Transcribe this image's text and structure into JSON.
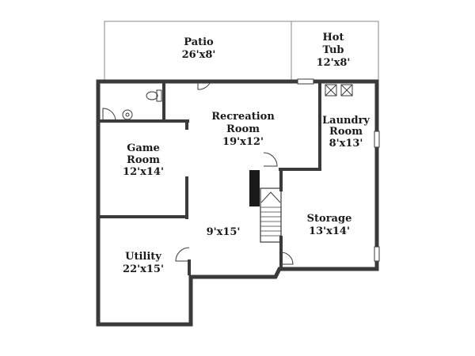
{
  "rooms": {
    "patio": {
      "name": "Patio",
      "dims": "26'x8'"
    },
    "hot_tub": {
      "name_line1": "Hot",
      "name_line2": "Tub",
      "dims": "12'x8'"
    },
    "recreation": {
      "name_line1": "Recreation",
      "name_line2": "Room",
      "dims": "19'x12'"
    },
    "laundry": {
      "name_line1": "Laundry",
      "name_line2": "Room",
      "dims": "8'x13'"
    },
    "game": {
      "name_line1": "Game",
      "name_line2": "Room",
      "dims": "12'x14'"
    },
    "hall": {
      "dims": "9'x15'"
    },
    "storage": {
      "name": "Storage",
      "dims": "13'x14'"
    },
    "utility": {
      "name": "Utility",
      "dims": "22'x15'"
    }
  },
  "colors": {
    "wall": "#3a3a3a",
    "thin_line": "#8a8a8a",
    "fireplace": "#1a1a1a",
    "background": "#ffffff"
  }
}
